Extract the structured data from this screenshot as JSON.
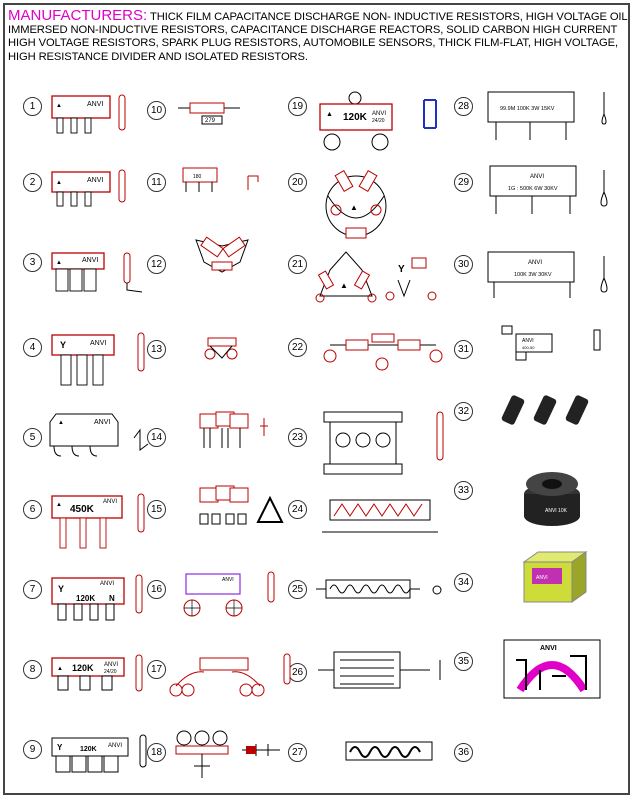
{
  "header": {
    "lead": "MANUFACTURERS:",
    "text": "THICK FILM CAPACITANCE DISCHARGE NON- INDUCTIVE RESISTORS, HIGH VOLTAGE OIL IMMERSED NON-INDUCTIVE RESISTORS, CAPACITANCE DISCHARGE REACTORS, SOLID CARBON HIGH CURRENT HIGH VOLTAGE RESISTORS, SPARK PLUG RESISTORS, AUTOMOBILE SENSORS, THICK FILM-FLAT, HIGH VOLTAGE, HIGH RESISTANCE DIVIDER AND ISOLATED RESISTORS."
  },
  "numbers": [
    "1",
    "2",
    "3",
    "4",
    "5",
    "6",
    "7",
    "8",
    "9",
    "10",
    "11",
    "12",
    "13",
    "14",
    "15",
    "16",
    "17",
    "18",
    "19",
    "20",
    "21",
    "22",
    "23",
    "24",
    "25",
    "26",
    "27",
    "28",
    "29",
    "30",
    "31",
    "32",
    "33",
    "34",
    "35",
    "36"
  ],
  "labels": {
    "anvi": "ANVI",
    "y": "Y",
    "n": "N",
    "v450k": "450K",
    "v120k": "120K",
    "code2420": "24/20",
    "r279": "279",
    "r180": "180",
    "r1": "99.9M 100K 3W 15KV",
    "r2": "1G : 500K 6W 30KV",
    "r3": "100K 3W 30KV",
    "r4": "400-50",
    "r5": "ANVI 10K"
  }
}
